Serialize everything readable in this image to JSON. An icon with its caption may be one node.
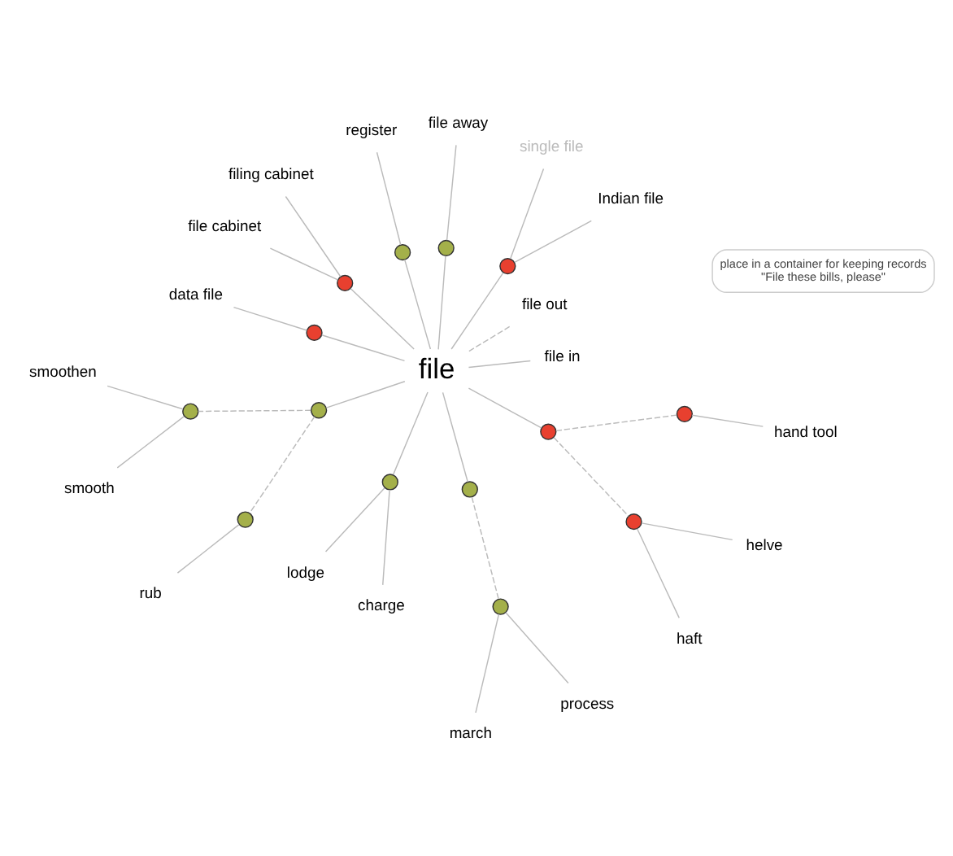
{
  "diagram": {
    "nodes": [
      {
        "text": [
          "file"
        ]
      },
      {
        "text": [
          "place in a container for keeping records",
          "\"File these bills, please\""
        ]
      },
      {
        "text": [
          "register"
        ]
      },
      {
        "text": [
          "Indian file"
        ]
      },
      {
        "text": [
          "single file"
        ]
      },
      {
        "text": [
          "data file"
        ]
      },
      {
        "text": [
          "lodge"
        ]
      },
      {
        "text": [
          "charge"
        ]
      },
      {
        "text": [
          "haft"
        ]
      },
      {
        "text": [
          "helve"
        ]
      },
      {
        "text": [
          "hand tool"
        ]
      },
      {
        "text": [
          "file in"
        ]
      },
      {
        "text": [
          "file away"
        ]
      },
      {
        "text": [
          "filing cabinet"
        ]
      },
      {
        "text": [
          "file cabinet"
        ]
      },
      {
        "text": [
          "file out"
        ]
      },
      {
        "text": [
          "march"
        ]
      },
      {
        "text": [
          "process"
        ]
      },
      {
        "text": [
          "smoothen"
        ]
      },
      {
        "text": [
          "smooth"
        ]
      },
      {
        "text": [
          "rub"
        ]
      },
      {
        "text": [],
        "shape": "circle"
      },
      {
        "text": [],
        "shape": "circle"
      },
      {
        "text": [],
        "shape": "circle"
      },
      {
        "text": [],
        "shape": "circle"
      },
      {
        "text": [],
        "shape": "circle"
      },
      {
        "text": [],
        "shape": "circle"
      },
      {
        "text": [],
        "shape": "circle"
      },
      {
        "text": [],
        "shape": "circle"
      },
      {
        "text": [],
        "shape": "circle"
      },
      {
        "text": [],
        "shape": "circle"
      },
      {
        "text": [],
        "shape": "circle"
      },
      {
        "text": [],
        "shape": "circle"
      },
      {
        "text": [],
        "shape": "circle"
      },
      {
        "text": [],
        "shape": "circle"
      }
    ],
    "edges": [
      {
        "from": 0,
        "to": 21,
        "arrow": "none"
      },
      {
        "from": 21,
        "to": 3,
        "arrow": "none"
      },
      {
        "from": 21,
        "to": 4,
        "arrow": "none"
      },
      {
        "from": 0,
        "to": 22,
        "arrow": "none"
      },
      {
        "from": 22,
        "to": 12,
        "arrow": "none"
      },
      {
        "from": 0,
        "to": 23,
        "arrow": "none"
      },
      {
        "from": 23,
        "to": 2,
        "arrow": "none"
      },
      {
        "from": 0,
        "to": 24,
        "arrow": "none"
      },
      {
        "from": 24,
        "to": 13,
        "arrow": "none"
      },
      {
        "from": 24,
        "to": 14,
        "arrow": "none"
      },
      {
        "from": 0,
        "to": 25,
        "arrow": "none"
      },
      {
        "from": 25,
        "to": 5,
        "arrow": "none"
      },
      {
        "from": 0,
        "to": 28,
        "arrow": "none"
      },
      {
        "from": 28,
        "to": 6,
        "arrow": "none"
      },
      {
        "from": 28,
        "to": 7,
        "arrow": "none"
      },
      {
        "from": 0,
        "to": 31,
        "arrow": "none"
      },
      {
        "from": 31,
        "to": 32,
        "arrow": "none",
        "style": "dashed"
      },
      {
        "from": 31,
        "to": 34,
        "arrow": "none",
        "style": "dashed"
      },
      {
        "from": 32,
        "to": 8,
        "arrow": "none"
      },
      {
        "from": 32,
        "to": 9,
        "arrow": "none"
      },
      {
        "from": 34,
        "to": 10,
        "arrow": "none"
      },
      {
        "from": 0,
        "to": 11,
        "arrow": "none"
      },
      {
        "from": 0,
        "to": 15,
        "arrow": "none",
        "style": "dashed"
      },
      {
        "from": 0,
        "to": 30,
        "arrow": "none"
      },
      {
        "from": 30,
        "to": 33,
        "arrow": "none",
        "style": "dashed"
      },
      {
        "from": 33,
        "to": 16,
        "arrow": "none"
      },
      {
        "from": 33,
        "to": 17,
        "arrow": "none"
      },
      {
        "from": 0,
        "to": 27,
        "arrow": "none"
      },
      {
        "from": 27,
        "to": 26,
        "arrow": "none",
        "style": "dashed"
      },
      {
        "from": 27,
        "to": 29,
        "arrow": "none",
        "style": "dashed"
      },
      {
        "from": 26,
        "to": 18,
        "arrow": "none"
      },
      {
        "from": 26,
        "to": 19,
        "arrow": "none"
      },
      {
        "from": 29,
        "to": 20,
        "arrow": "none"
      }
    ]
  }
}
